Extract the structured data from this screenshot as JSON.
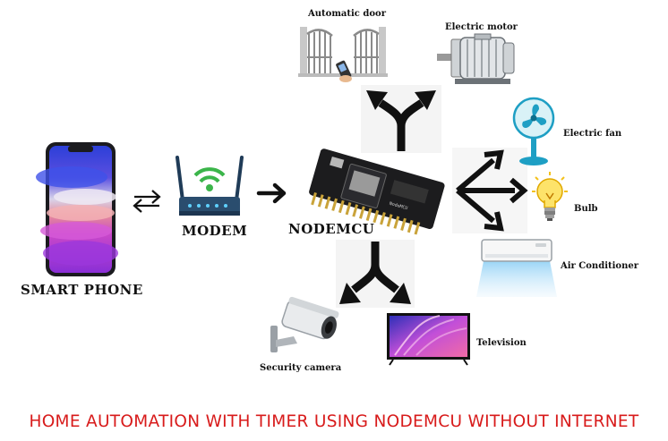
{
  "labels": {
    "automatic_door": "Automatic door",
    "electric_motor": "Electric motor",
    "electric_fan": "Electric fan",
    "bulb": "Bulb",
    "air_conditioner": "Air Conditioner",
    "television": "Television",
    "security_camera": "Security camera",
    "smart_phone": "SMART PHONE",
    "modem": "MODEM",
    "nodemcu": "NODEMCU"
  },
  "title": "HOME AUTOMATION WITH TIMER USING NODEMCU WITHOUT INTERNET",
  "colors": {
    "title": "#d81b1b",
    "arrows": "#111111"
  }
}
